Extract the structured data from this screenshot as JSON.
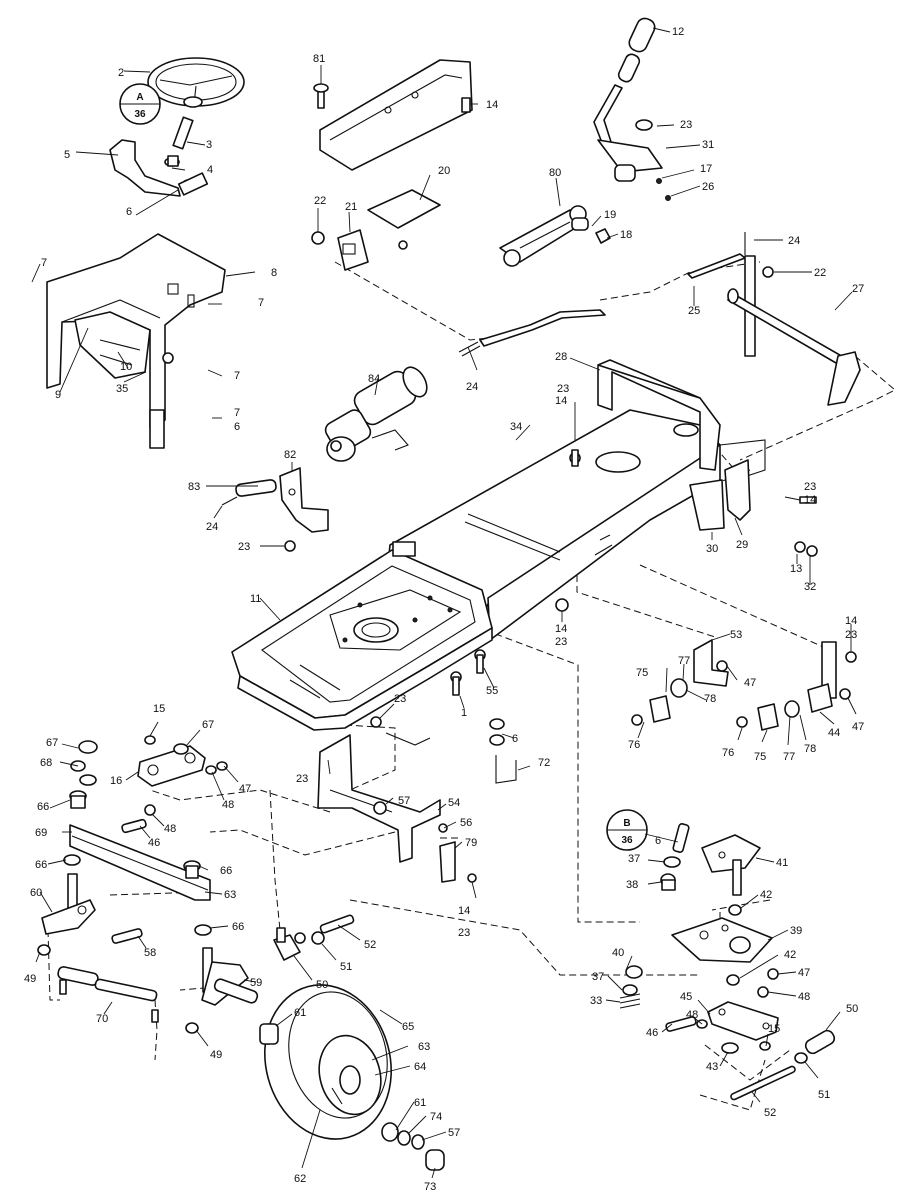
{
  "refs": [
    {
      "id": "ref-a",
      "top": "A",
      "bottom": "36"
    },
    {
      "id": "ref-b",
      "top": "B",
      "bottom": "36"
    }
  ],
  "labels": [
    {
      "id": "steering-wheel",
      "text": "2"
    },
    {
      "id": "steering-shaft",
      "text": "3"
    },
    {
      "id": "shaft-bushing",
      "text": "4"
    },
    {
      "id": "steering-support",
      "text": "5"
    },
    {
      "id": "bearing-6a",
      "text": "6"
    },
    {
      "id": "bolt-7a",
      "text": "7"
    },
    {
      "id": "dash-panel",
      "text": "8"
    },
    {
      "id": "bolt-7b",
      "text": "7"
    },
    {
      "id": "bolt-7c",
      "text": "7"
    },
    {
      "id": "part-9",
      "text": "9"
    },
    {
      "id": "part-10",
      "text": "10"
    },
    {
      "id": "part-35",
      "text": "35"
    },
    {
      "id": "bolt-7d",
      "text": "7"
    },
    {
      "id": "part-6b",
      "text": "6"
    },
    {
      "id": "bolt-81",
      "text": "81"
    },
    {
      "id": "fender-bracket",
      "text": "14"
    },
    {
      "id": "plate-20",
      "text": "20"
    },
    {
      "id": "nut-22a",
      "text": "22"
    },
    {
      "id": "block-21",
      "text": "21"
    },
    {
      "id": "grip-12",
      "text": "12"
    },
    {
      "id": "nut-23a",
      "text": "23"
    },
    {
      "id": "lever-31",
      "text": "31"
    },
    {
      "id": "spring-17",
      "text": "17"
    },
    {
      "id": "pin-26",
      "text": "26"
    },
    {
      "id": "arm-80",
      "text": "80"
    },
    {
      "id": "spacer-19",
      "text": "19"
    },
    {
      "id": "nut-18",
      "text": "18"
    },
    {
      "id": "pin-24a",
      "text": "24"
    },
    {
      "id": "nut-22b",
      "text": "22"
    },
    {
      "id": "rod-25",
      "text": "25"
    },
    {
      "id": "shaft-27",
      "text": "27"
    },
    {
      "id": "pin-24b",
      "text": "24"
    },
    {
      "id": "actuator-84",
      "text": "84"
    },
    {
      "id": "rear-frame-28",
      "text": "28"
    },
    {
      "id": "nut-23b",
      "text": "23"
    },
    {
      "id": "bolt-14b",
      "text": "14"
    },
    {
      "id": "frame-rail-34",
      "text": "34"
    },
    {
      "id": "nut-23c",
      "text": "23"
    },
    {
      "id": "bolt-14c",
      "text": "14"
    },
    {
      "id": "plate-29",
      "text": "29"
    },
    {
      "id": "plate-30",
      "text": "30"
    },
    {
      "id": "washer-13",
      "text": "13"
    },
    {
      "id": "nut-32",
      "text": "32"
    },
    {
      "id": "pin-83",
      "text": "83"
    },
    {
      "id": "bracket-82",
      "text": "82"
    },
    {
      "id": "pin-24c",
      "text": "24"
    },
    {
      "id": "nut-23d",
      "text": "23"
    },
    {
      "id": "deck-11",
      "text": "11"
    },
    {
      "id": "bolt-14d",
      "text": "14"
    },
    {
      "id": "nut-23e",
      "text": "23"
    },
    {
      "id": "bracket-53",
      "text": "53"
    },
    {
      "id": "bolt-14e",
      "text": "14"
    },
    {
      "id": "nut-23f",
      "text": "23"
    },
    {
      "id": "mount-75a",
      "text": "75"
    },
    {
      "id": "spacer-77a",
      "text": "77"
    },
    {
      "id": "nut-47a",
      "text": "47"
    },
    {
      "id": "spacer-78a",
      "text": "78"
    },
    {
      "id": "bolt-76a",
      "text": "76"
    },
    {
      "id": "bolt-76b",
      "text": "76"
    },
    {
      "id": "mount-75b",
      "text": "75"
    },
    {
      "id": "spacer-77b",
      "text": "77"
    },
    {
      "id": "spacer-78b",
      "text": "78"
    },
    {
      "id": "bracket-44",
      "text": "44"
    },
    {
      "id": "nut-47b",
      "text": "47"
    },
    {
      "id": "nut-55",
      "text": "55"
    },
    {
      "id": "bolt-1",
      "text": "1"
    },
    {
      "id": "nut-23g",
      "text": "23"
    },
    {
      "id": "washer-6c",
      "text": "6"
    },
    {
      "id": "rod-72",
      "text": "72"
    },
    {
      "id": "washer-15a",
      "text": "15"
    },
    {
      "id": "washer-67a",
      "text": "67"
    },
    {
      "id": "washer-67b",
      "text": "67"
    },
    {
      "id": "washer-68",
      "text": "68"
    },
    {
      "id": "link-16",
      "text": "16"
    },
    {
      "id": "nut-47c",
      "text": "47"
    },
    {
      "id": "nut-48a",
      "text": "48"
    },
    {
      "id": "nut-23h",
      "text": "23"
    },
    {
      "id": "bushing-66a",
      "text": "66"
    },
    {
      "id": "nut-57a",
      "text": "57"
    },
    {
      "id": "support-54",
      "text": "54"
    },
    {
      "id": "nut-56",
      "text": "56"
    },
    {
      "id": "nut-48b",
      "text": "48"
    },
    {
      "id": "bolt-46a",
      "text": "46"
    },
    {
      "id": "axle-69",
      "text": "69"
    },
    {
      "id": "bushing-66b",
      "text": "66"
    },
    {
      "id": "bushing-66c",
      "text": "66"
    },
    {
      "id": "bracket-79",
      "text": "79"
    },
    {
      "id": "bolt-14f",
      "text": "14"
    },
    {
      "id": "nut-23i",
      "text": "23"
    },
    {
      "id": "spindle-60",
      "text": "60"
    },
    {
      "id": "tube-63a",
      "text": "63"
    },
    {
      "id": "bushing-66d",
      "text": "66"
    },
    {
      "id": "bolt-58",
      "text": "58"
    },
    {
      "id": "pin-52a",
      "text": "52"
    },
    {
      "id": "nut-51a",
      "text": "51"
    },
    {
      "id": "end-50a",
      "text": "50"
    },
    {
      "id": "nut-49a",
      "text": "49"
    },
    {
      "id": "spindle-59",
      "text": "59"
    },
    {
      "id": "tie-rod-70",
      "text": "70"
    },
    {
      "id": "nut-49b",
      "text": "49"
    },
    {
      "id": "bearing-61a",
      "text": "61"
    },
    {
      "id": "tire-65",
      "text": "65"
    },
    {
      "id": "rim-63b",
      "text": "63"
    },
    {
      "id": "valve-64",
      "text": "64"
    },
    {
      "id": "bearing-61b",
      "text": "61"
    },
    {
      "id": "washer-74",
      "text": "74"
    },
    {
      "id": "nut-57b",
      "text": "57"
    },
    {
      "id": "cap-73",
      "text": "73"
    },
    {
      "id": "wheel-62",
      "text": "62"
    },
    {
      "id": "stud-b",
      "text": "6"
    },
    {
      "id": "washer-37a",
      "text": "37"
    },
    {
      "id": "bushing-38",
      "text": "38"
    },
    {
      "id": "gear-41",
      "text": "41"
    },
    {
      "id": "washer-42a",
      "text": "42"
    },
    {
      "id": "sector-39",
      "text": "39"
    },
    {
      "id": "washer-42b",
      "text": "42"
    },
    {
      "id": "nut-40",
      "text": "40"
    },
    {
      "id": "washer-37b",
      "text": "37"
    },
    {
      "id": "spring-33",
      "text": "33"
    },
    {
      "id": "nut-47d",
      "text": "47"
    },
    {
      "id": "arm-45",
      "text": "45"
    },
    {
      "id": "nut-48c",
      "text": "48"
    },
    {
      "id": "nut-48d",
      "text": "48"
    },
    {
      "id": "bolt-46b",
      "text": "46"
    },
    {
      "id": "washer-15b",
      "text": "15"
    },
    {
      "id": "nut-43",
      "text": "43"
    },
    {
      "id": "end-50b",
      "text": "50"
    },
    {
      "id": "nut-51b",
      "text": "51"
    },
    {
      "id": "rod-52b",
      "text": "52"
    }
  ]
}
